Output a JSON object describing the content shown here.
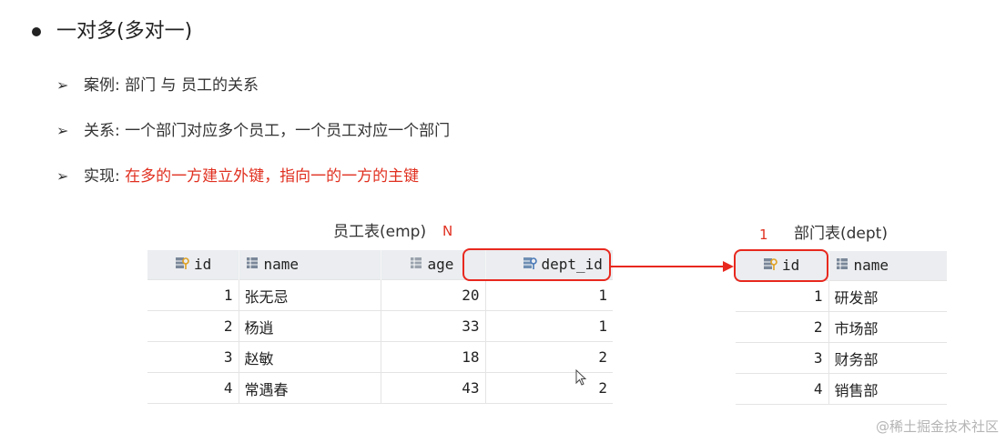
{
  "heading": "一对多(多对一)",
  "points": [
    {
      "text": "案例: 部门 与 员工的关系",
      "highlight": ""
    },
    {
      "text": "关系: 一个部门对应多个员工，一个员工对应一个部门",
      "highlight": ""
    },
    {
      "text": "实现: ",
      "highlight": "在多的一方建立外键，指向一的一方的主键"
    }
  ],
  "emp": {
    "caption": "员工表(emp)",
    "cardinality": "N",
    "columns": [
      "id",
      "name",
      "age",
      "dept_id"
    ],
    "rows": [
      [
        "1",
        "张无忌",
        "20",
        "1"
      ],
      [
        "2",
        "杨逍",
        "33",
        "1"
      ],
      [
        "3",
        "赵敏",
        "18",
        "2"
      ],
      [
        "4",
        "常遇春",
        "43",
        "2"
      ]
    ]
  },
  "dept": {
    "caption": "部门表(dept)",
    "cardinality": "1",
    "columns": [
      "id",
      "name"
    ],
    "rows": [
      [
        "1",
        "研发部"
      ],
      [
        "2",
        "市场部"
      ],
      [
        "3",
        "财务部"
      ],
      [
        "4",
        "销售部"
      ]
    ]
  },
  "colors": {
    "accent": "#e8281e",
    "header_bg": "#ebedf0"
  },
  "icons": {
    "pk": "primary-key-column-icon",
    "col": "column-icon",
    "fk": "foreign-key-column-icon"
  },
  "watermark": "@稀土掘金技术社区"
}
